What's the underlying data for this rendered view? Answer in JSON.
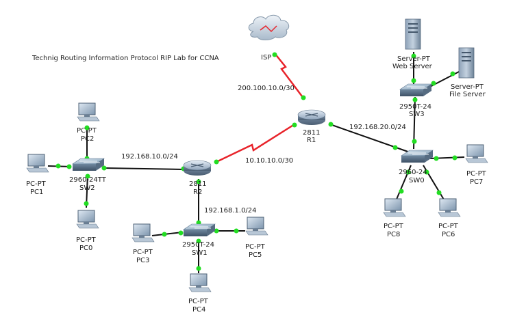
{
  "title": "Technig Routing Information Protocol RIP Lab for CCNA",
  "devices": {
    "isp": [
      "ISP"
    ],
    "r1": [
      "2811",
      "R1"
    ],
    "r2": [
      "2811",
      "R2"
    ],
    "sw0": [
      "2960-24",
      "SW0"
    ],
    "sw1": [
      "2950T-24",
      "SW1"
    ],
    "sw2": [
      "2960-24TT",
      "SW2"
    ],
    "sw3": [
      "2950T-24",
      "SW3"
    ],
    "web": [
      "Server-PT",
      "Web Server"
    ],
    "file": [
      "Server-PT",
      "File Server"
    ],
    "pc0": [
      "PC-PT",
      "PC0"
    ],
    "pc1": [
      "PC-PT",
      "PC1"
    ],
    "pc2": [
      "PC-PT",
      "PC2"
    ],
    "pc3": [
      "PC-PT",
      "PC3"
    ],
    "pc4": [
      "PC-PT",
      "PC4"
    ],
    "pc5": [
      "PC-PT",
      "PC5"
    ],
    "pc6": [
      "PC-PT",
      "PC6"
    ],
    "pc7": [
      "PC-PT",
      "PC7"
    ],
    "pc8": [
      "PC-PT",
      "PC8"
    ]
  },
  "networks": {
    "isp_r1": "200.100.10.0/30",
    "r1_r2": "10.10.10.0/30",
    "r1_sw0": "192.168.20.0/24",
    "r2_sw2": "192.168.10.0/24",
    "r2_sw1": "192.168.1.0/24"
  },
  "colors": {
    "serial_link": "#e8232a",
    "ethernet_link": "#111111",
    "port_up": "#22dd22"
  }
}
